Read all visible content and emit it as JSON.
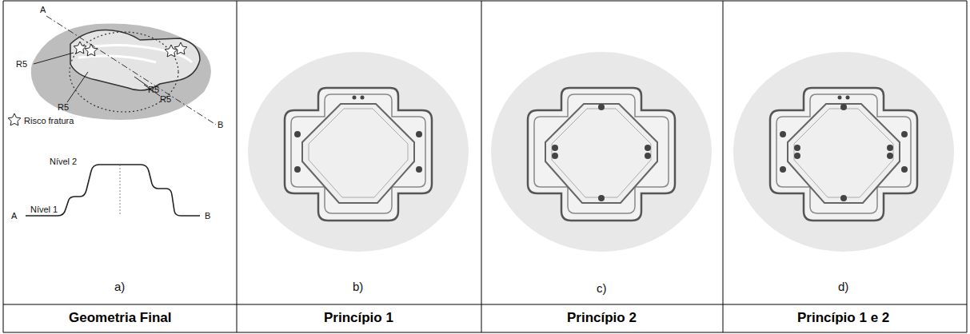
{
  "diagram": {
    "labels": [
      "A",
      "B",
      "R5",
      "R5",
      "R5",
      "R5",
      "Nível 2",
      "Nível 1",
      "A",
      "B",
      "a)",
      "b)",
      "c)",
      "d)",
      "Geometria Final",
      "Princípio 1",
      "Princípio 2",
      "Princípio 1 e 2"
    ],
    "legend": [
      {
        "text": "Risco fratura"
      }
    ]
  }
}
